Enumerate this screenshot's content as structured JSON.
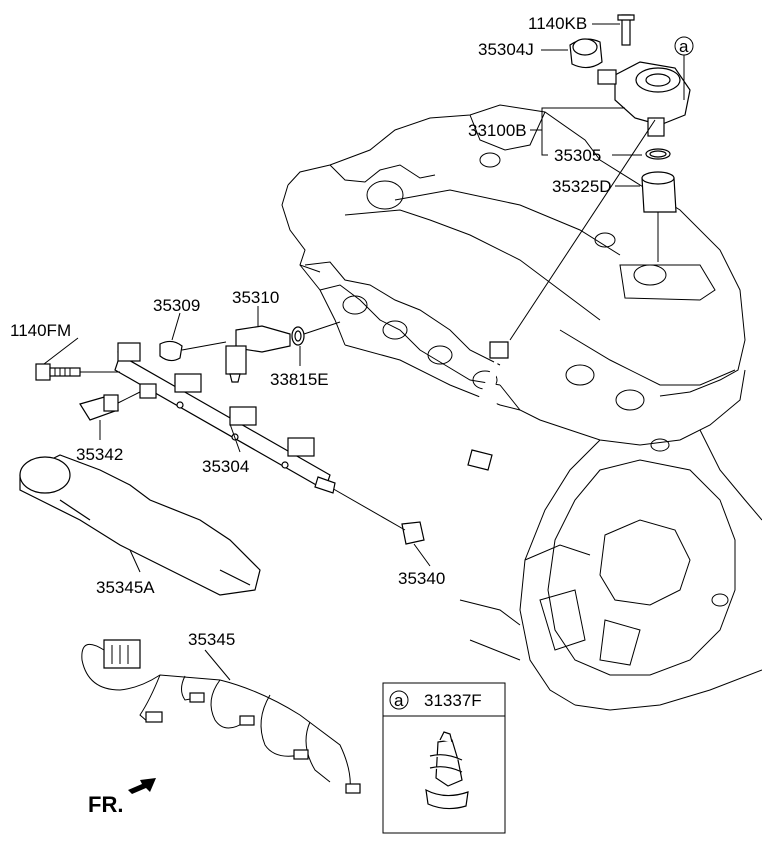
{
  "labels": {
    "p1140KB": "1140KB",
    "p35304J": "35304J",
    "pa": "a",
    "p33100B": "33100B",
    "p35305": "35305",
    "p35325D": "35325D",
    "p1140FM": "1140FM",
    "p35309": "35309",
    "p35310": "35310",
    "p33815E": "33815E",
    "p35342": "35342",
    "p35304": "35304",
    "p35345A": "35345A",
    "p35340": "35340",
    "p35345": "35345",
    "inset_a": "a",
    "inset_part": "31337F",
    "fr": "FR."
  },
  "icons": {
    "direction": "front-arrow-icon"
  }
}
